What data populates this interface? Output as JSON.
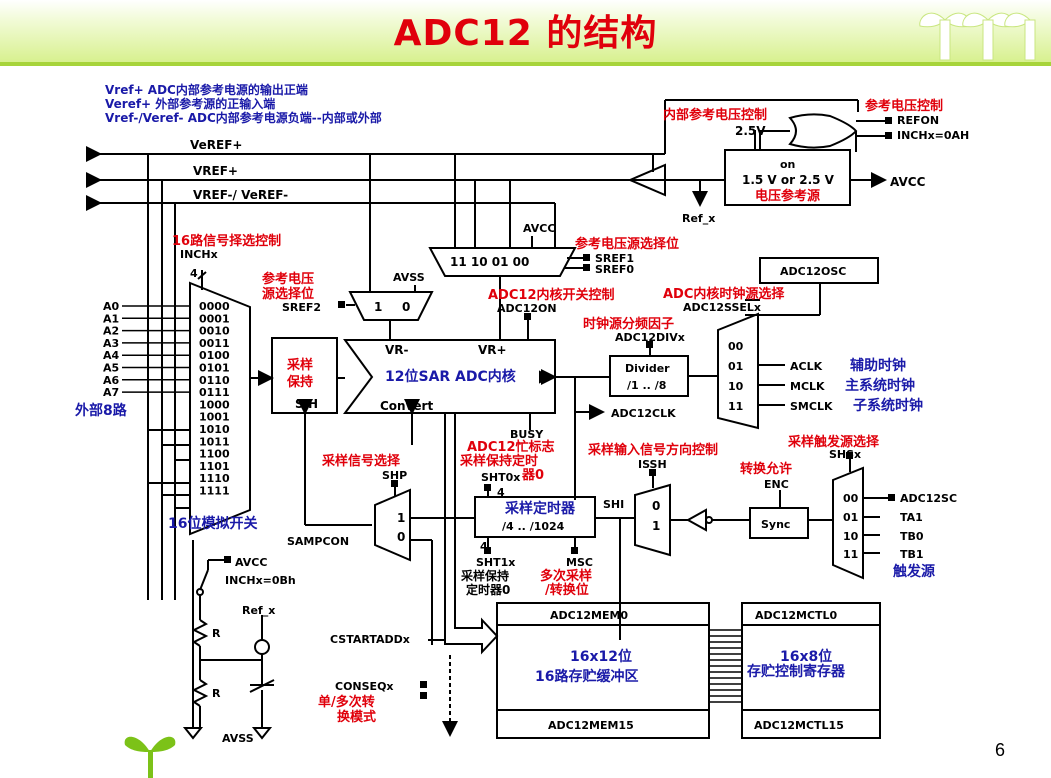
{
  "slide": {
    "title": "ADC12 的结构",
    "page_number": "6"
  },
  "legend": [
    "Vref+ ADC内部参考电源的输出正端",
    "Veref+ 外部参考源的正输入端",
    "Vref-/Veref- ADC内部参考电源负端--内部或外部"
  ],
  "rails": {
    "veref_plus": "VeREF+",
    "vref_plus": "VREF+",
    "vref_minus": "VREF-/ VeREF-"
  },
  "ref_gen": {
    "title": "内部参考电压控制",
    "v25": "2.5V",
    "label_ref": "参考电压控制",
    "refon": "REFON",
    "inchx": "INCHx=0AH",
    "on": "on",
    "volt": "1.5 V or 2.5 V",
    "name": "电压参考源",
    "avcc": "AVCC",
    "ref_x": "Ref_x"
  },
  "input_mux": {
    "title": "16路信号择选控制",
    "inchx": "INCHx",
    "bits": "4",
    "channels": [
      "A0",
      "A1",
      "A2",
      "A3",
      "A4",
      "A5",
      "A6",
      "A7"
    ],
    "codes": [
      "0000",
      "0001",
      "0010",
      "0011",
      "0100",
      "0101",
      "0110",
      "0111",
      "1000",
      "1001",
      "1010",
      "1011",
      "1100",
      "1101",
      "1110",
      "1111"
    ],
    "ext_label": "外部8路",
    "switch_label": "16位模拟开关"
  },
  "sref_mux": {
    "label_a": "参考电压",
    "label_b": "源选择位",
    "sref2": "SREF2",
    "avss": "AVSS",
    "in1": "1",
    "in0": "0"
  },
  "ref_sel_mux": {
    "codes": "11 10 01 00",
    "avcc": "AVCC",
    "label": "参考电压源选择位",
    "sref1": "SREF1",
    "sref0": "SREF0"
  },
  "sh": {
    "l1": "采样",
    "l2": "保持",
    "sh": "S/H"
  },
  "core": {
    "vrm": "VR-",
    "vrp": "VR+",
    "name": "12位SAR ADC内核",
    "convert": "Convert",
    "on_label": "ADC12内核开关控制",
    "on": "ADC12ON",
    "busy": "BUSY",
    "busy_label1": "ADC12忙标志",
    "busy_label2": "采样保持定时",
    "busy_label3": "器0"
  },
  "clock": {
    "osc": "ADC12OSC",
    "ssel_label": "ADC内核时钟源选择",
    "ssel": "ADC12SSELx",
    "div_label": "时钟源分频因子",
    "divx": "ADC12DIVx",
    "divider": "Divider",
    "div_range": "/1 .. /8",
    "codes": [
      "00",
      "01",
      "10",
      "11"
    ],
    "aclk": "ACLK",
    "mclk": "MCLK",
    "smclk": "SMCLK",
    "aclk_cn": "辅助时钟",
    "mclk_cn": "主系统时钟",
    "smclk_cn": "子系统时钟",
    "adc12clk": "ADC12CLK"
  },
  "sampling": {
    "shp_label": "采样信号选择",
    "shp": "SHP",
    "in1": "1",
    "in0": "0",
    "sampcon": "SAMPCON",
    "sht0x": "SHT0x",
    "four_a": "4",
    "timer_cn": "采样定时器",
    "timer": "/4 .. /1024",
    "four_b": "4",
    "sht1x": "SHT1x",
    "msc": "MSC",
    "sht1_label1": "采样保持",
    "sht1_label2": "定时器0",
    "msc_label1": "多次采样",
    "msc_label2": "/转换位"
  },
  "trigger": {
    "issh_label": "采样输入信号方向控制",
    "issh": "ISSH",
    "shi": "SHI",
    "in0": "0",
    "in1": "1",
    "enc_label": "转换允许",
    "enc": "ENC",
    "sync": "Sync",
    "shs_label": "采样触发源选择",
    "shsx": "SHSx",
    "codes": [
      "00",
      "01",
      "10",
      "11"
    ],
    "sources": [
      "ADC12SC",
      "TA1",
      "TB0",
      "TB1"
    ],
    "src_label": "触发源"
  },
  "memory": {
    "mem0": "ADC12MEM0",
    "mem_l1": "16x12位",
    "mem_l2": "16路存贮缓冲区",
    "mem15": "ADC12MEM15",
    "mctl0": "ADC12MCTL0",
    "mctl_l1": "16x8位",
    "mctl_l2": "存贮控制寄存器",
    "mctl15": "ADC12MCTL15",
    "cstart": "CSTARTADDx",
    "conseq": "CONSEQx",
    "conseq_l1": "单/多次转",
    "conseq_l2": "换模式"
  },
  "divider_net": {
    "avcc": "AVCC",
    "inchx": "INCHx=0Bh",
    "r": "R",
    "ref_x": "Ref_x",
    "avss": "AVSS"
  }
}
